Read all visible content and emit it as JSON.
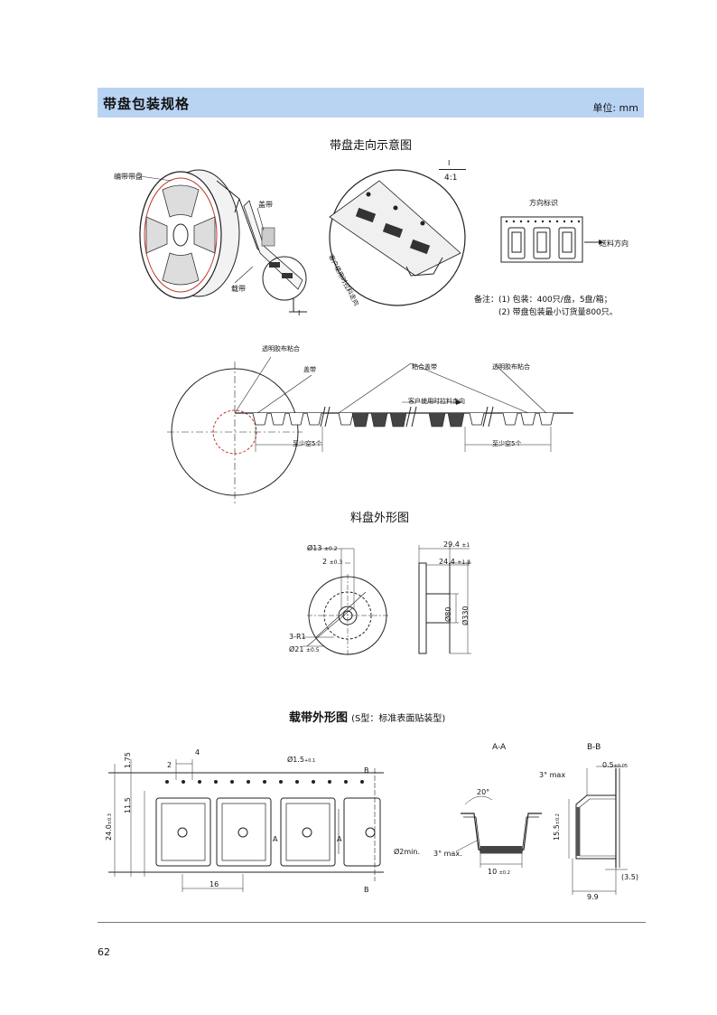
{
  "header": {
    "title": "带盘包装规格",
    "unit": "单位: mm"
  },
  "section1": {
    "title": "带盘走向示意图",
    "labels": {
      "reel": "编带带盘",
      "cover_tape": "盖带",
      "carrier_tape": "载带",
      "marker": "I",
      "zoom_label": "I",
      "zoom_ratio": "4:1",
      "pull_direction": "客户使用时拉料走向",
      "direction_mark": "方向标识",
      "feed_direction": "送料方向"
    },
    "notes": [
      "备注：(1) 包装：400只/盘，5盘/箱；",
      "(2) 带盘包装最小订货量800只。"
    ]
  },
  "section2": {
    "labels": {
      "clear_tape_left": "透明胶布粘合",
      "cover_tape": "盖带",
      "sealed_cover": "粘合盖带",
      "clear_tape_right": "透明胶布粘合",
      "pull_direction": "客户使用时拉料走向",
      "min_empty_left": "至少空5个",
      "min_empty_right": "至少空5个"
    }
  },
  "section3": {
    "title": "料盘外形图",
    "dims": {
      "d13": "Ø13",
      "d13_tol": "±0.2",
      "w2": "2",
      "w2_tol": "±0.3",
      "r1": "3-R1",
      "d21": "Ø21",
      "d21_tol": "±0.5",
      "w294": "29.4",
      "w294_tol": "±1",
      "w244": "24.4",
      "w244_tol_up": "+1.8",
      "w244_tol_low": "0",
      "d80": "Ø80",
      "d330": "Ø330"
    }
  },
  "section4": {
    "title": "载带外形图",
    "title_suffix": "(S型：标准表面贴装型)",
    "dims": {
      "p175": "1.75",
      "p2": "2",
      "p4": "4",
      "hole": "Ø1.5",
      "hole_tol_up": "+0.1",
      "hole_tol_low": "0",
      "w115": "11.5",
      "w240": "24.0",
      "w240_tol": "±0.3",
      "pitch16": "16",
      "d2min": "Ø2min.",
      "marker_a": "A",
      "marker_b": "B",
      "aa_title": "A-A",
      "bb_title": "B-B",
      "angle20": "20°",
      "angle3_max_a": "3° max.",
      "width10": "10",
      "width10_tol": "±0.2",
      "angle3_max_b": "3° max",
      "t05": "0.5",
      "t05_tol": "±0.05",
      "h155": "15.5",
      "h155_tol": "±0.2",
      "w35": "(3.5)",
      "w99": "9.9"
    }
  },
  "footer": {
    "page_number": "62"
  },
  "colors": {
    "header_bg": "#b9d3f3",
    "reel_red": "#c0392b",
    "line": "#222222"
  }
}
